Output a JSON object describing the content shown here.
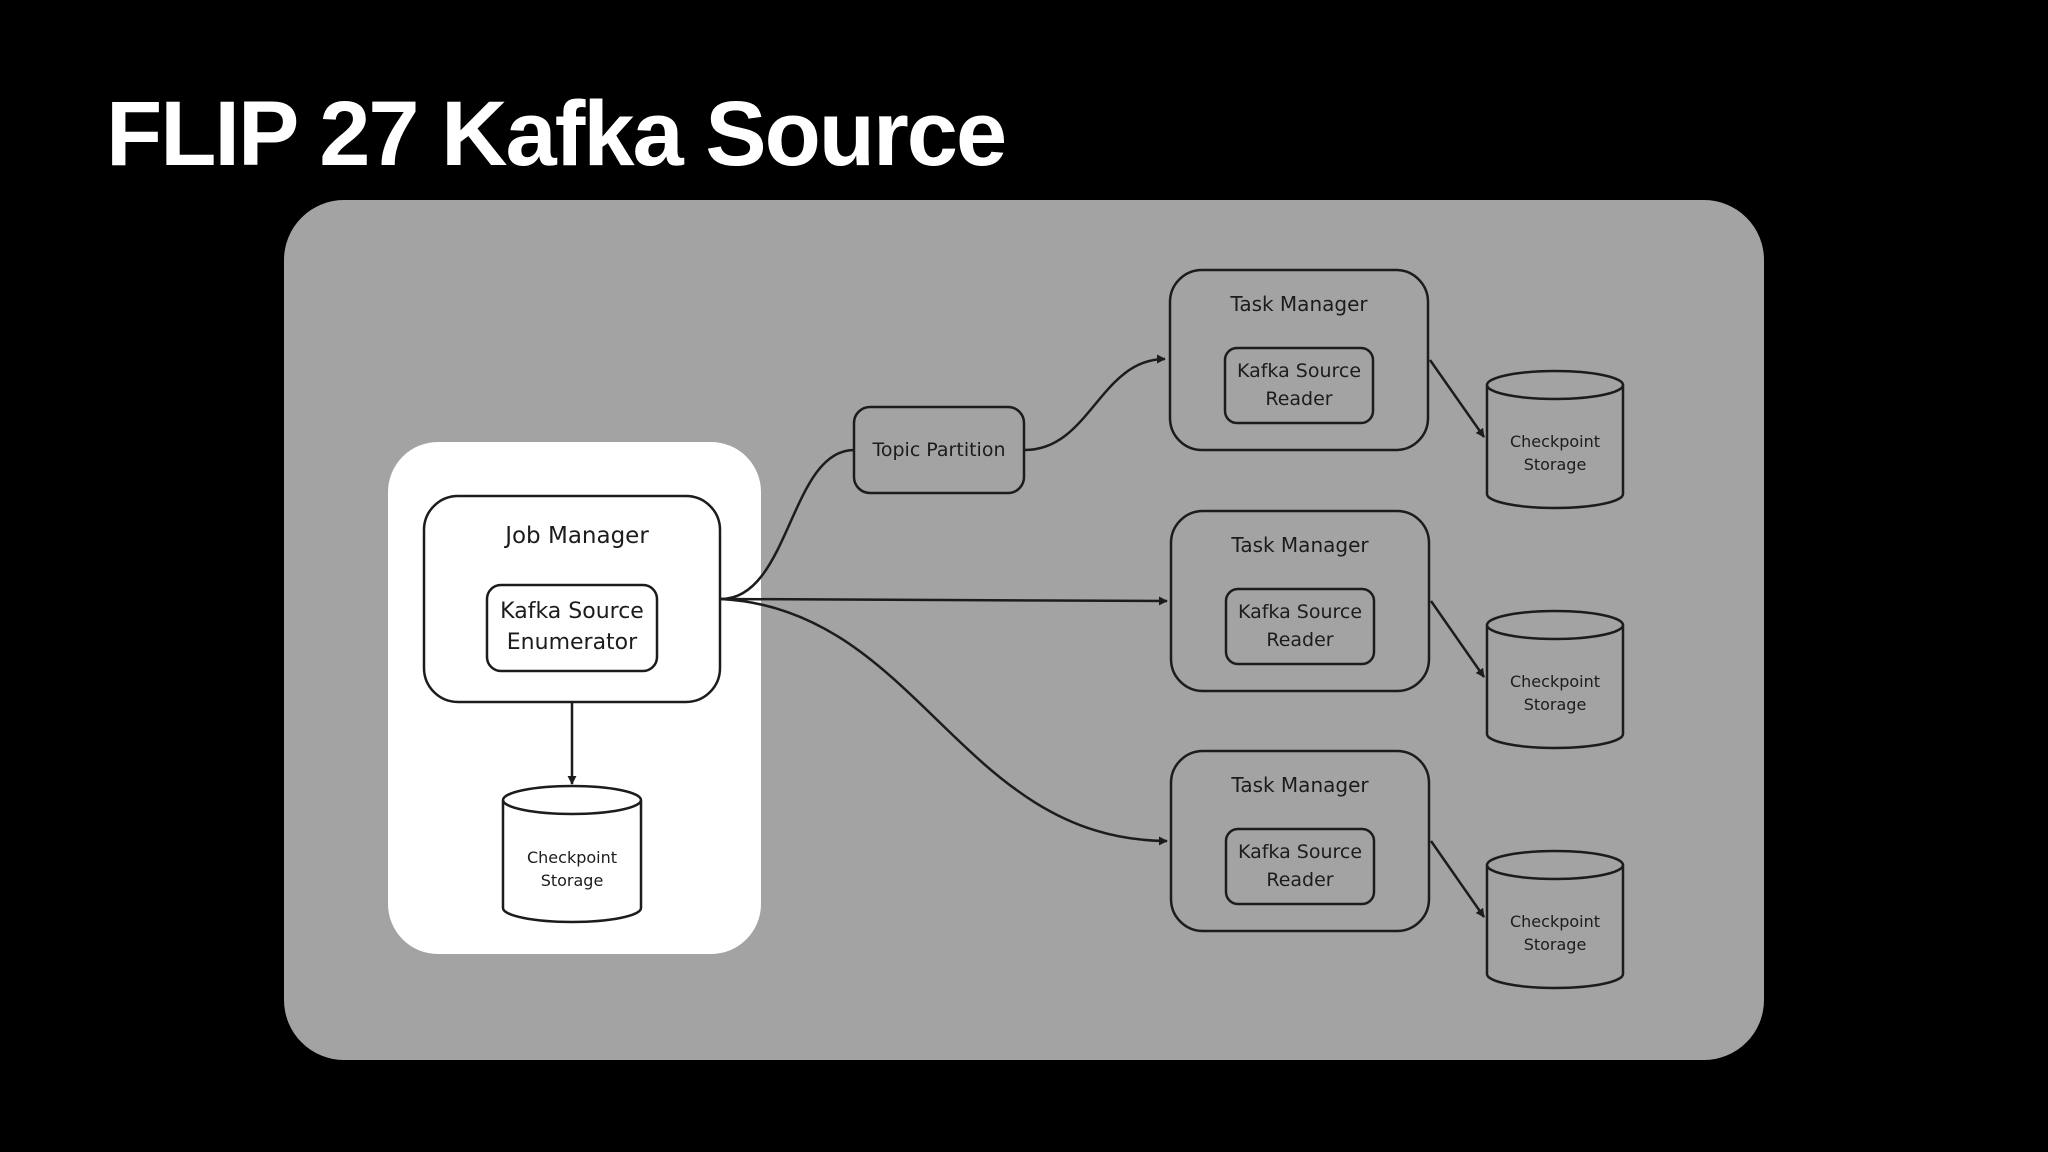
{
  "title": "FLIP 27 Kafka Source",
  "colors": {
    "slide_background": "#000000",
    "title_text": "#ffffff",
    "diagram_panel": "#a3a3a3",
    "highlight_panel": "#ffffff",
    "stroke": "#1c1c1c"
  },
  "diagram": {
    "job_manager": {
      "label": "Job Manager",
      "enumerator": {
        "line1": "Kafka Source",
        "line2": "Enumerator"
      },
      "storage": {
        "line1": "Checkpoint",
        "line2": "Storage"
      }
    },
    "topic_partition": {
      "label": "Topic Partition"
    },
    "task_managers": [
      {
        "label": "Task Manager",
        "reader_line1": "Kafka Source",
        "reader_line2": "Reader",
        "storage_line1": "Checkpoint",
        "storage_line2": "Storage"
      },
      {
        "label": "Task Manager",
        "reader_line1": "Kafka Source",
        "reader_line2": "Reader",
        "storage_line1": "Checkpoint",
        "storage_line2": "Storage"
      },
      {
        "label": "Task Manager",
        "reader_line1": "Kafka Source",
        "reader_line2": "Reader",
        "storage_line1": "Checkpoint",
        "storage_line2": "Storage"
      }
    ]
  }
}
